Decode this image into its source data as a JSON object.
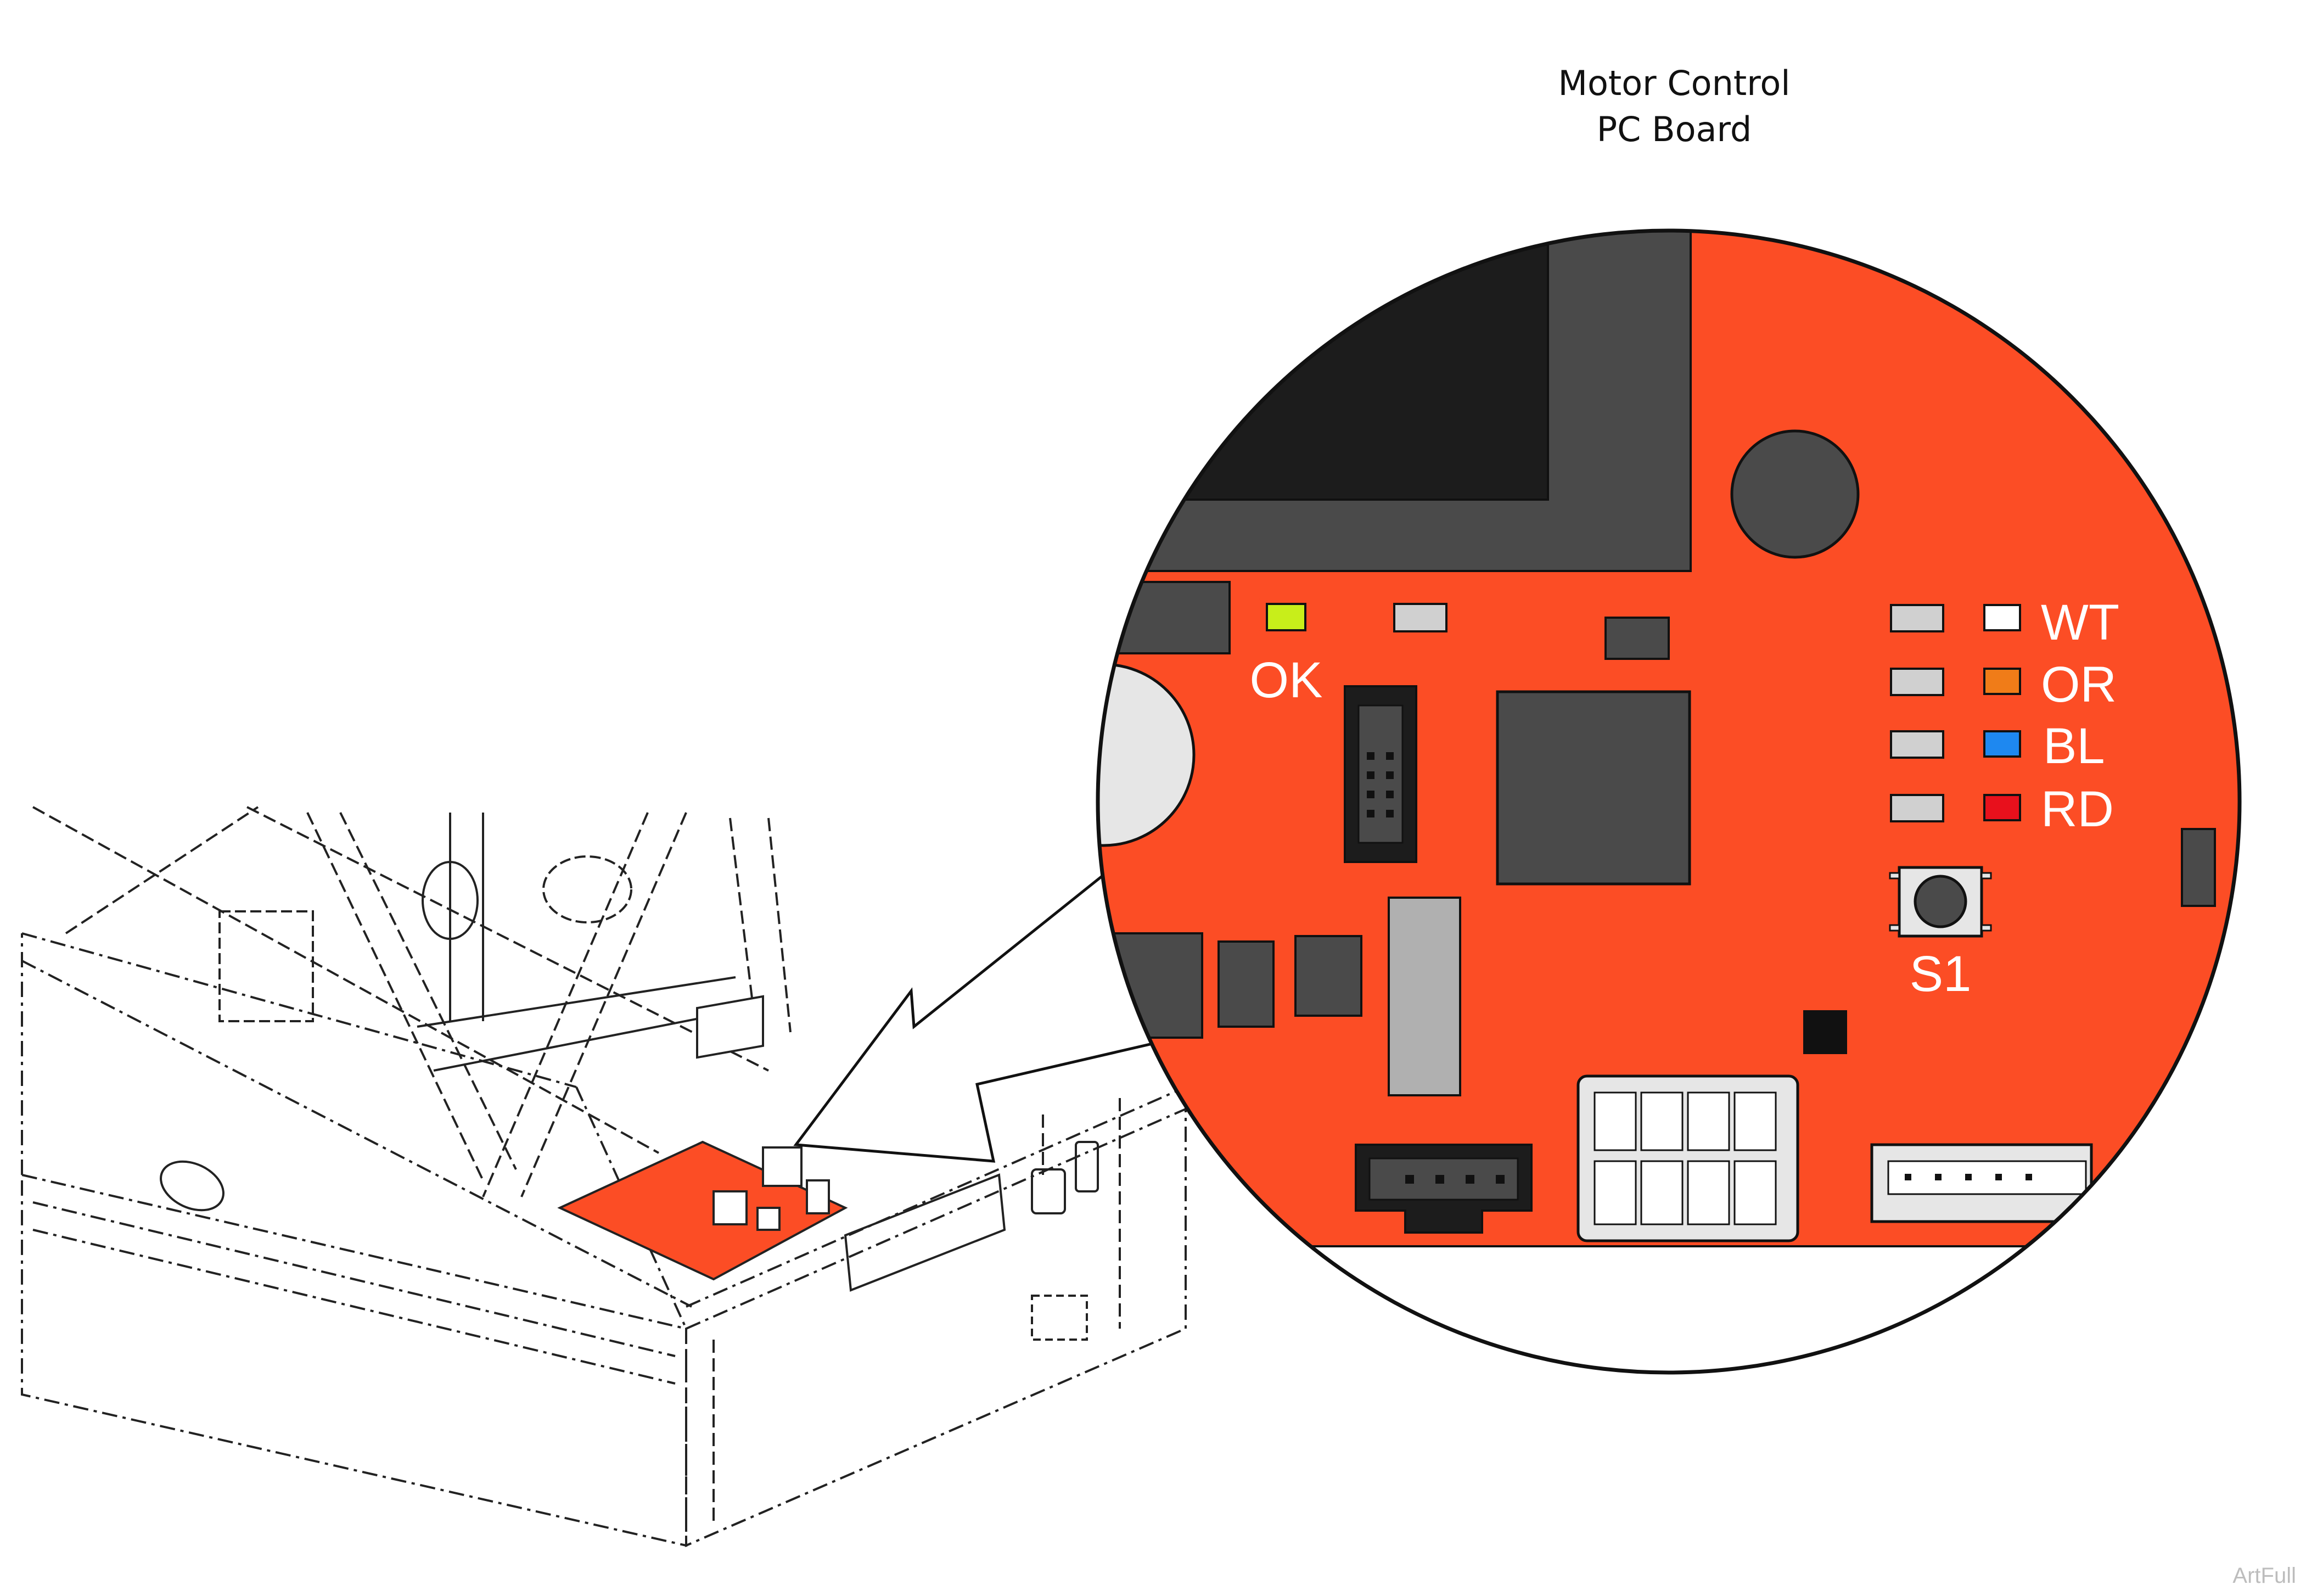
{
  "callout": {
    "title_line1": "Motor Control",
    "title_line2": "PC Board"
  },
  "leds": {
    "ok": {
      "label": "OK",
      "color": "#c8ee1a"
    },
    "wt": {
      "label": "WT",
      "color": "#ffffff"
    },
    "or": {
      "label": "OR",
      "color": "#f07c18"
    },
    "bl": {
      "label": "BL",
      "color": "#1e88f0"
    },
    "rd": {
      "label": "RD",
      "color": "#e8101c"
    }
  },
  "switch": {
    "label": "S1"
  },
  "colors": {
    "board": "#fc4d25",
    "component_dark": "#4a4a4a",
    "component_black": "#1c1c1c",
    "connector_light": "#e6e6e6"
  },
  "watermark": "ArtFull"
}
